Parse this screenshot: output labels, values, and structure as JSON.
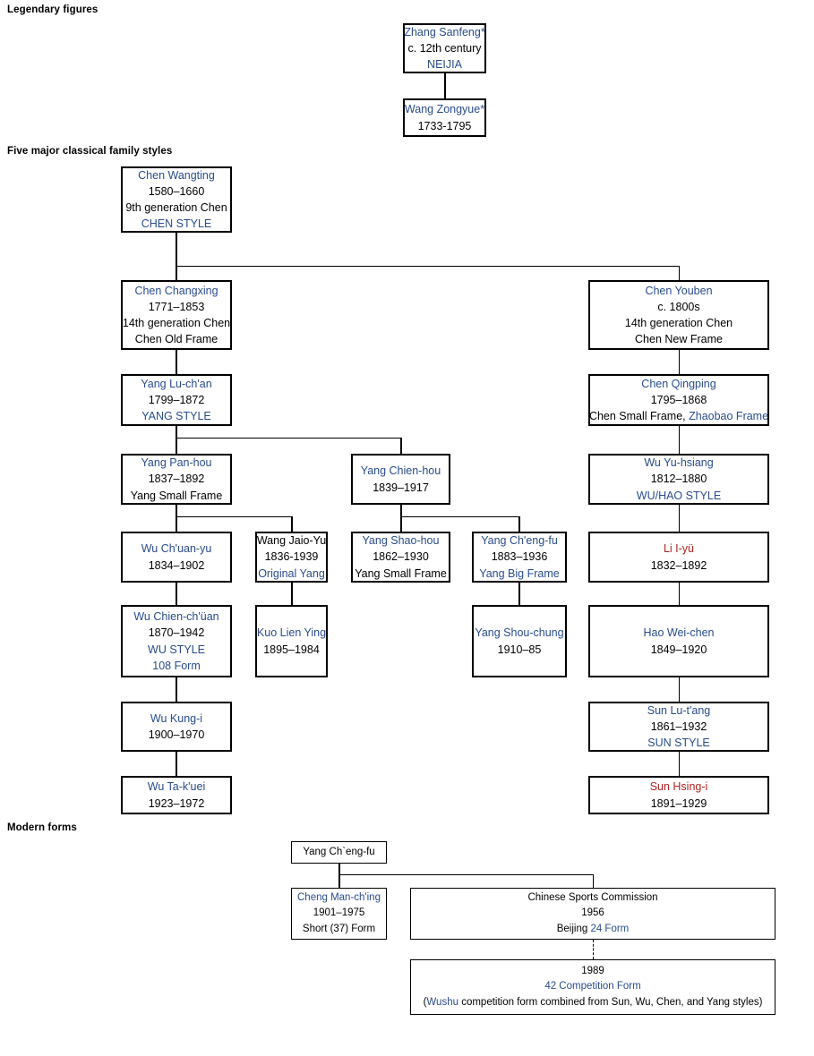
{
  "diagram": {
    "title_legendary": "Legendary figures",
    "title_classical": "Five major classical family styles",
    "title_modern": "Modern forms",
    "colors": {
      "link_blue": "#2a4b8d",
      "link_red": "#b22222",
      "text_black": "#000000",
      "border": "#000000",
      "background": "#ffffff"
    }
  },
  "nodes": {
    "zhang_sanfeng": {
      "l1": "Zhang Sanfeng*",
      "l2": "c. 12th century",
      "l3": "NEIJIA"
    },
    "wang_zongyue": {
      "l1": "Wang Zongyue*",
      "l2": "1733-1795"
    },
    "chen_wangting": {
      "l1": "Chen Wangting",
      "l2": "1580–1660",
      "l3": "9th generation Chen",
      "l4": "CHEN STYLE"
    },
    "chen_changxing": {
      "l1": "Chen Changxing",
      "l2": "1771–1853",
      "l3": "14th generation Chen",
      "l4": "Chen Old Frame"
    },
    "chen_youben": {
      "l1": "Chen Youben",
      "l2": "c. 1800s",
      "l3": "14th generation Chen",
      "l4": "Chen New Frame"
    },
    "yang_luchan": {
      "l1": "Yang Lu-ch'an",
      "l2": "1799–1872",
      "l3": "YANG STYLE"
    },
    "chen_qingping": {
      "l1": "Chen Qingping",
      "l2": "1795–1868",
      "l3a": "Chen Small Frame, ",
      "l3b": "Zhaobao Frame"
    },
    "yang_panhou": {
      "l1": "Yang Pan-hou",
      "l2": "1837–1892",
      "l3": "Yang Small Frame"
    },
    "yang_chienhou": {
      "l1": "Yang Chien-hou",
      "l2": "1839–1917"
    },
    "wu_yuhsiang": {
      "l1": "Wu Yu-hsiang",
      "l2": "1812–1880",
      "l3": "WU/HAO STYLE"
    },
    "wu_chuanyu": {
      "l1": "Wu Ch'uan-yu",
      "l2": "1834–1902"
    },
    "wang_jaioyu": {
      "l1": "Wang Jaio-Yu",
      "l2": "1836-1939",
      "l3": "Original Yang"
    },
    "yang_shaohou": {
      "l1": "Yang Shao-hou",
      "l2": "1862–1930",
      "l3": "Yang Small Frame"
    },
    "yang_chengfu": {
      "l1": "Yang Ch'eng-fu",
      "l2": "1883–1936",
      "l3": "Yang Big Frame"
    },
    "li_iyu": {
      "l1": "Li I-yü",
      "l2": "1832–1892"
    },
    "wu_chienchuan": {
      "l1": "Wu Chien-ch'üan",
      "l2": "1870–1942",
      "l3": "WU STYLE",
      "l4": "108 Form"
    },
    "kuo_lien_ying": {
      "l1": "Kuo Lien Ying",
      "l2": "1895–1984"
    },
    "yang_shouchung": {
      "l1": "Yang Shou-chung",
      "l2": "1910–85"
    },
    "hao_weichen": {
      "l1": "Hao Wei-chen",
      "l2": "1849–1920"
    },
    "wu_kungi": {
      "l1": "Wu Kung-i",
      "l2": "1900–1970"
    },
    "sun_lutang": {
      "l1": "Sun Lu-t'ang",
      "l2": "1861–1932",
      "l3": "SUN STYLE"
    },
    "wu_takuei": {
      "l1": "Wu Ta-k'uei",
      "l2": "1923–1972"
    },
    "sun_hsingi": {
      "l1": "Sun Hsing-i",
      "l2": "1891–1929"
    },
    "yang_chengfu_modern": {
      "l1": "Yang Ch`eng-fu"
    },
    "cheng_manching": {
      "l1": "Cheng Man-ch'ing",
      "l2": "1901–1975",
      "l3": "Short (37) Form"
    },
    "chinese_sports_commission": {
      "l1": "Chinese Sports Commission",
      "l2": "1956",
      "l3a": "Beijing ",
      "l3b": "24 Form"
    },
    "competition_form_42": {
      "l1": "1989",
      "l2": "42 Competition Form",
      "l3a": "(",
      "l3b": "Wushu",
      "l3c": " competition form combined from Sun, Wu, Chen, and Yang styles)"
    }
  }
}
